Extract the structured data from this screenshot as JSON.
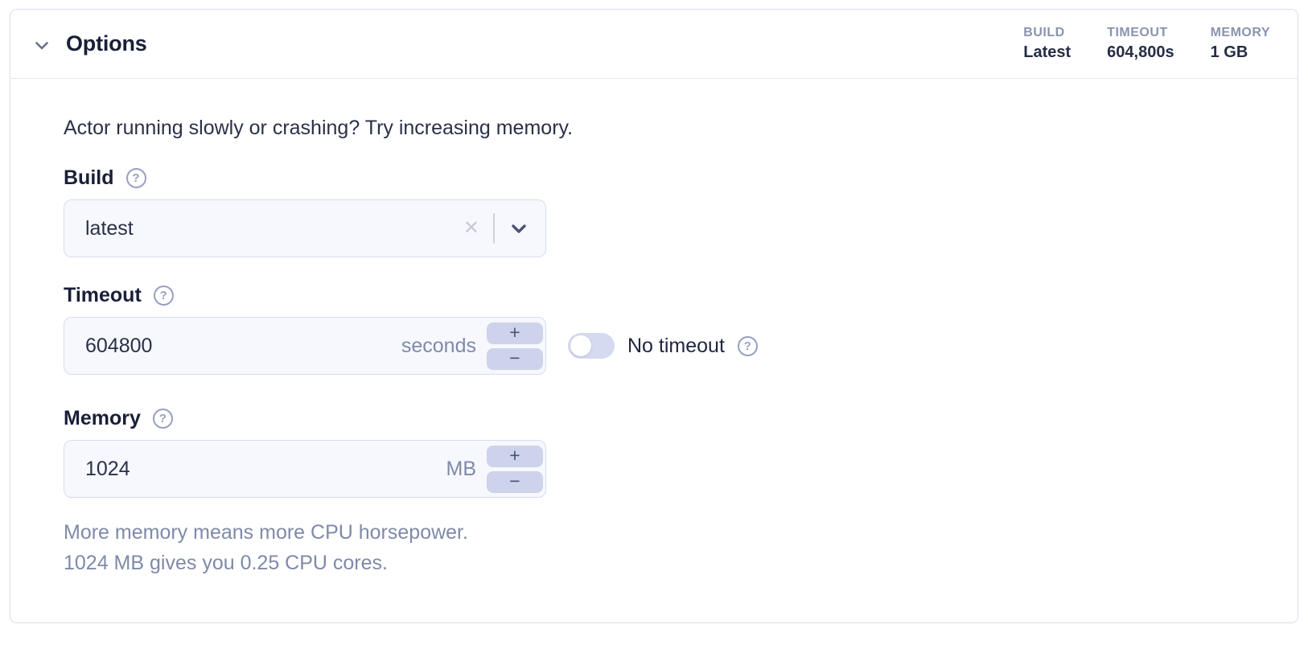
{
  "panel": {
    "title": "Options",
    "summary": [
      {
        "label": "BUILD",
        "value": "Latest"
      },
      {
        "label": "TIMEOUT",
        "value": "604,800s"
      },
      {
        "label": "MEMORY",
        "value": "1 GB"
      }
    ],
    "intro": "Actor running slowly or crashing? Try increasing memory.",
    "fields": {
      "build": {
        "label": "Build",
        "value": "latest"
      },
      "timeout": {
        "label": "Timeout",
        "value": "604800",
        "unit": "seconds",
        "toggle_label": "No timeout",
        "toggle_state": "off"
      },
      "memory": {
        "label": "Memory",
        "value": "1024",
        "unit": "MB"
      }
    },
    "memory_help_lines": [
      "More memory means more CPU horsepower.",
      "1024 MB gives you 0.25 CPU cores."
    ]
  },
  "icons": {
    "collapse_chevron": "chevron-down",
    "select_chevron": "chevron-down",
    "help": "?",
    "clear": "✕",
    "plus": "+",
    "minus": "−"
  },
  "colors": {
    "panel_border": "#d9ddf2",
    "header_divider": "#e3e6f3",
    "heading_text": "#191f37",
    "body_text": "#2a3147",
    "muted_text": "#7f8aa8",
    "summary_label": "#8a93af",
    "input_background": "#f7f8fd",
    "input_border": "#d7dbf0",
    "stepper_background": "#cdd3ea",
    "stepper_glyph": "#4b5572",
    "toggle_track": "#d5daf0",
    "help_icon": "#98a0c1"
  }
}
